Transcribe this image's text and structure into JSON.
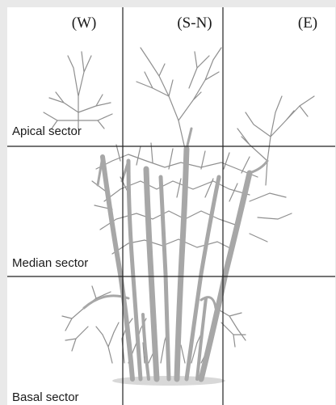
{
  "figure": {
    "columns": [
      {
        "id": "west",
        "label": "(W)"
      },
      {
        "id": "south-north",
        "label": "(S-N)"
      },
      {
        "id": "east",
        "label": "(E)"
      }
    ],
    "sectors": [
      {
        "id": "apical",
        "label": "Apical sector"
      },
      {
        "id": "median",
        "label": "Median sector"
      },
      {
        "id": "basal",
        "label": "Basal sector"
      }
    ],
    "colors": {
      "background": "#e9e9e9",
      "panel": "#ffffff",
      "grid": "#222222",
      "stems": "#a7a7a7",
      "twigs": "#8f8f8f"
    }
  }
}
